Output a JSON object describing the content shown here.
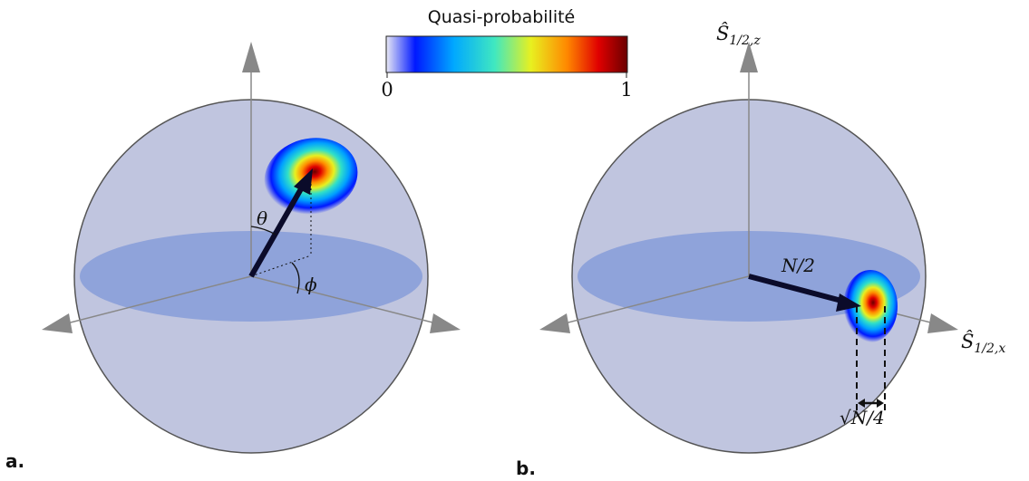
{
  "colorbar": {
    "title": "Quasi-probabilité",
    "min_label": "0",
    "max_label": "1",
    "colors": [
      "#e0e0f0",
      "#0010ff",
      "#00a0ff",
      "#30e0c8",
      "#e0f020",
      "#ff9000",
      "#e00000",
      "#700000"
    ]
  },
  "panel_a": {
    "label": "a.",
    "theta": "θ",
    "phi": "ϕ"
  },
  "panel_b": {
    "label": "b.",
    "vector_label": "N/2",
    "z_axis": "Ŝ",
    "z_axis_sub": "1/2,z",
    "x_axis": "Ŝ",
    "x_axis_sub": "1/2,x",
    "width_label": "√N/4"
  },
  "style": {
    "sphere_fill": "#8c95c4",
    "equator_fill": "#7f97d8",
    "axis_color": "#888888",
    "vector_color": "#0b0b2a"
  }
}
